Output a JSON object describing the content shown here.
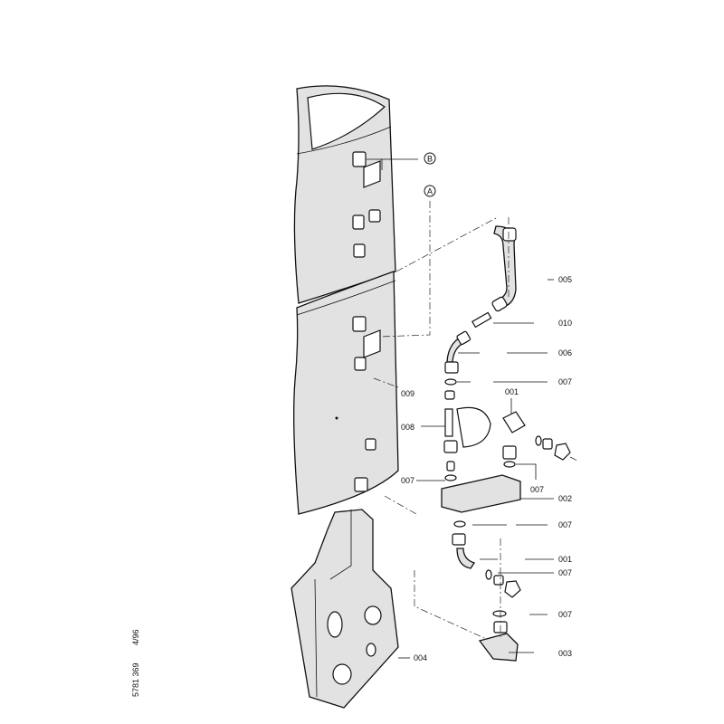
{
  "drawing_code": "5781 369",
  "drawing_date": "4/96",
  "callouts": {
    "b": "B",
    "a": "A"
  },
  "labels": [
    "005",
    "010",
    "006",
    "007",
    "009",
    "001",
    "008",
    "007",
    "007",
    "002",
    "007",
    "001",
    "007",
    "007",
    "003",
    "004"
  ]
}
